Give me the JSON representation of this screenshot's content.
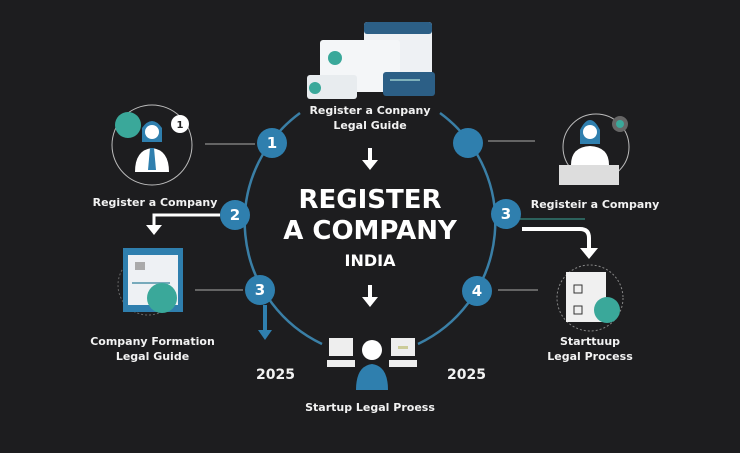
{
  "title": {
    "line1": "REGISTER",
    "line2": "A COMPANY",
    "line3": "INDIA"
  },
  "top_card": {
    "label_line1": "Register a Conpany",
    "label_line2": "Legal Guide"
  },
  "left_items": [
    {
      "label": "Register a Company",
      "badge": "1"
    },
    {
      "label_line1": "Company Formation",
      "label_line2": "Legal Guide"
    }
  ],
  "right_items": [
    {
      "label": "Registeir a Company"
    },
    {
      "label_line1": "Starttuup",
      "label_line2": "Legal Process"
    }
  ],
  "bottom_item": {
    "label": "Startup Legal Proess"
  },
  "nodes": {
    "left": [
      "1",
      "2",
      "3"
    ],
    "right": [
      "",
      "3",
      "4"
    ]
  },
  "years": {
    "left": "2025",
    "right": "2025"
  },
  "colors": {
    "background": "#1d1d1f",
    "node": "#2f7fae",
    "teal": "#3aa89a",
    "ring": "#3a7fa6"
  }
}
